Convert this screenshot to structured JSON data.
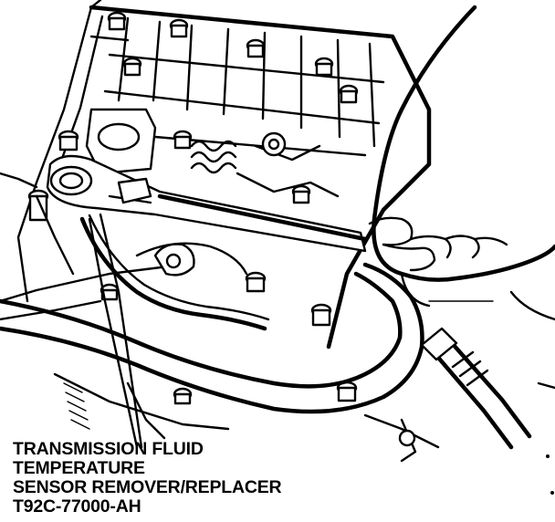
{
  "caption": {
    "line1": "TRANSMISSION FLUID",
    "line2": "TEMPERATURE",
    "line3": "SENSOR REMOVER/REPLACER",
    "line4": "T92C-77000-AH"
  }
}
